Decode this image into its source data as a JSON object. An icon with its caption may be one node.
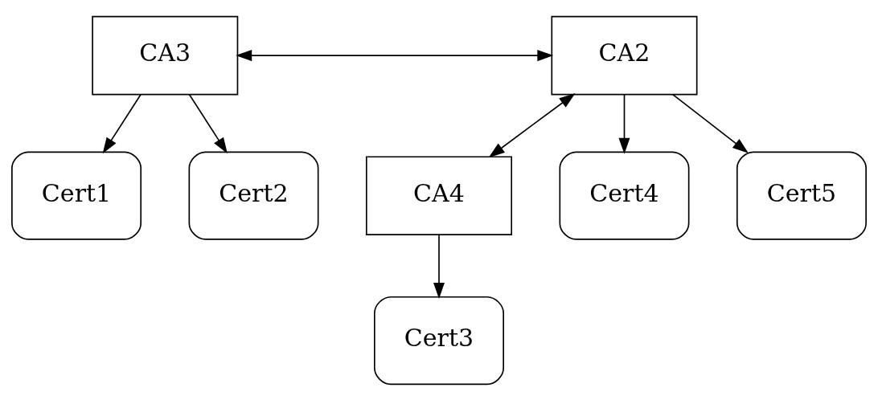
{
  "diagram": {
    "nodes": [
      {
        "text": [
          "CA3"
        ]
      },
      {
        "text": [
          "CA2"
        ]
      },
      {
        "text": [
          "Cert1"
        ]
      },
      {
        "text": [
          "Cert2"
        ]
      },
      {
        "text": [
          "CA4"
        ]
      },
      {
        "text": [
          "Cert4"
        ]
      },
      {
        "text": [
          "Cert5"
        ]
      },
      {
        "text": [
          "Cert3"
        ]
      }
    ],
    "edges": [
      {
        "from": 0,
        "to": 1,
        "arrow": "both"
      },
      {
        "from": 1,
        "to": 4,
        "arrow": "both"
      },
      {
        "from": 0,
        "to": 2,
        "arrow": "to"
      },
      {
        "from": 0,
        "to": 3,
        "arrow": "to"
      },
      {
        "from": 1,
        "to": 5,
        "arrow": "to"
      },
      {
        "from": 1,
        "to": 6,
        "arrow": "to"
      },
      {
        "from": 4,
        "to": 7,
        "arrow": "to"
      }
    ]
  }
}
